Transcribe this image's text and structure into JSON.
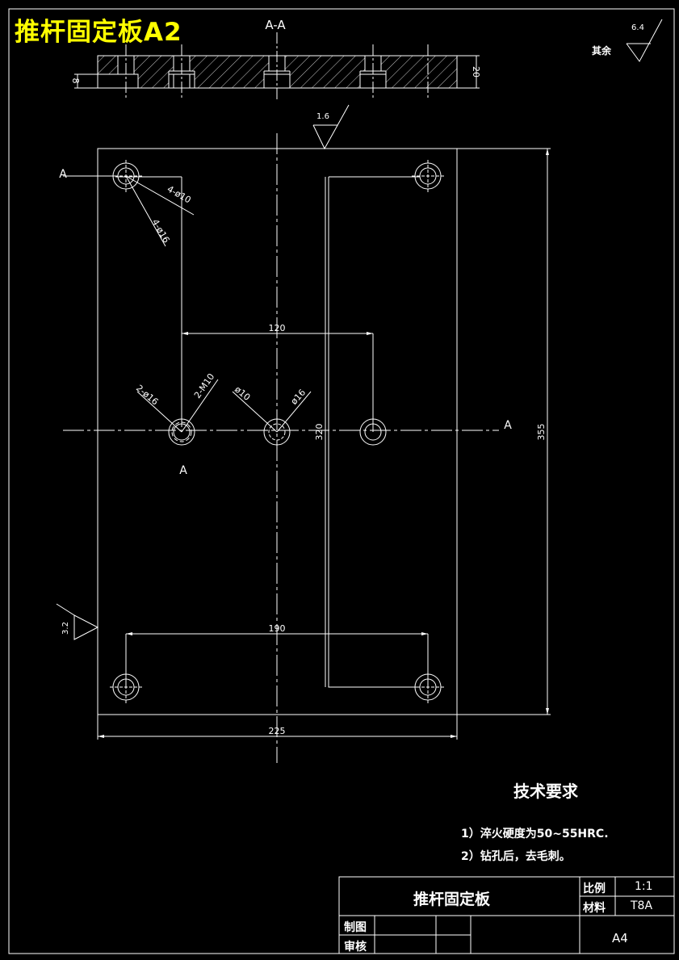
{
  "title": "推杆固定板A2",
  "section_label": "A-A",
  "section_cut_mark": "A",
  "roughness": {
    "main": "1.6",
    "side": "3.2",
    "rest_value": "6.4",
    "rest_label": "其余"
  },
  "dims": {
    "thickness": "20",
    "counterbore_depth": "8",
    "hole_spacing_x": "120",
    "hole_spacing_bottom": "190",
    "height_inner": "320",
    "height_outer": "355",
    "width": "225"
  },
  "hole_callouts": {
    "corner_small": "4-ø10",
    "corner_large": "4-ø16",
    "left_large": "2-ø16",
    "left_thread": "2-M10",
    "center_small": "ø10",
    "center_large": "ø16"
  },
  "requirements": {
    "heading": "技术要求",
    "items": [
      "1）淬火硬度为50~55HRC.",
      "2）钻孔后，去毛刺。"
    ]
  },
  "title_block": {
    "part_name": "推杆固定板",
    "scale_label": "比例",
    "scale_value": "1:1",
    "material_label": "材料",
    "material_value": "T8A",
    "drawn_label": "制图",
    "checked_label": "审核",
    "sheet_size": "A4"
  }
}
